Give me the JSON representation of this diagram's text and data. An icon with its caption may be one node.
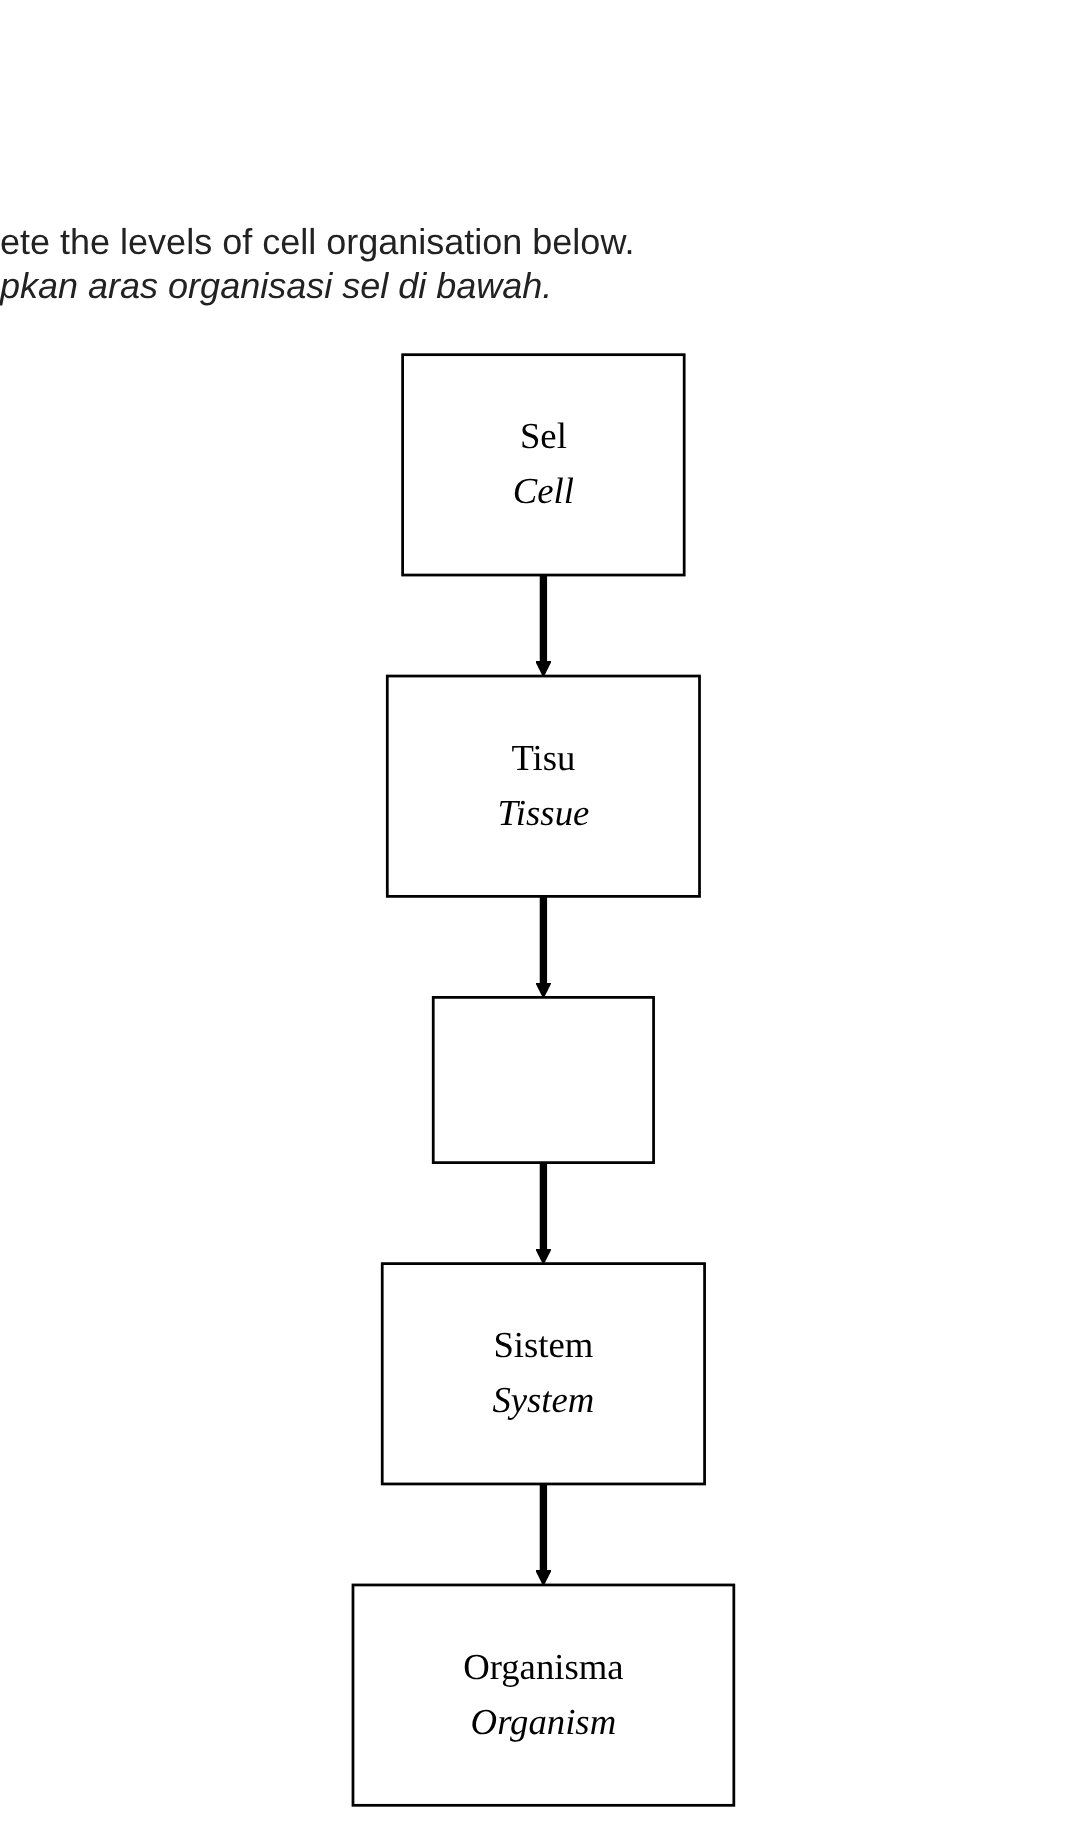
{
  "diagram": {
    "nodes": [
      {
        "text": [
          "Sel",
          "Cell"
        ]
      },
      {
        "text": [
          "Tisu",
          "Tissue"
        ]
      },
      {
        "text": [],
        "shape": "box"
      },
      {
        "text": [
          "Sistem",
          "System"
        ]
      },
      {
        "text": [
          "Organisma",
          "Organism"
        ]
      }
    ],
    "edges": [
      {
        "from": 0,
        "to": 1,
        "arrow": "to"
      },
      {
        "from": 1,
        "to": 2,
        "arrow": "to"
      },
      {
        "from": 2,
        "to": 3,
        "arrow": "to"
      },
      {
        "from": 3,
        "to": 4,
        "arrow": "to"
      }
    ],
    "labels": [
      "ete the levels of cell organisation below.",
      "pkan aras organisasi sel di bawah."
    ]
  }
}
